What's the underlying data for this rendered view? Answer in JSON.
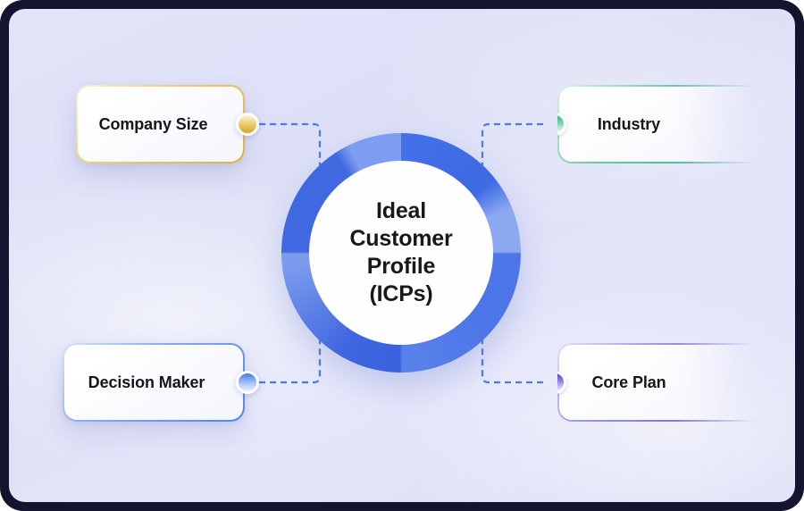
{
  "diagram": {
    "frame_color": "#14142E",
    "background_color": "#DFE2F7",
    "connector_color": "#4B7AE9",
    "center": {
      "title": "Ideal Customer Profile (ICPs)",
      "title_lines": [
        "Ideal",
        "Customer",
        "Profile",
        "(ICPs)"
      ],
      "ring_color_dark": "#3E6BE4",
      "ring_color_light": "#8CA8F0",
      "hub_fill": "#FEFEFF",
      "text_color": "#17171C"
    },
    "nodes": [
      {
        "label": "Company Size",
        "position": "top-left",
        "accent": "#E0B845",
        "port_color": "#D7AA31"
      },
      {
        "label": "Industry",
        "position": "top-right",
        "accent": "#3EB489",
        "port_color": "#3DBA8D"
      },
      {
        "label": "Decision Maker",
        "position": "bottom-left",
        "accent": "#5B8DEF",
        "port_color": "#4E82E9"
      },
      {
        "label": "Core Plan",
        "position": "bottom-right",
        "accent": "#6E5DD3",
        "port_color": "#5449C4"
      }
    ]
  }
}
